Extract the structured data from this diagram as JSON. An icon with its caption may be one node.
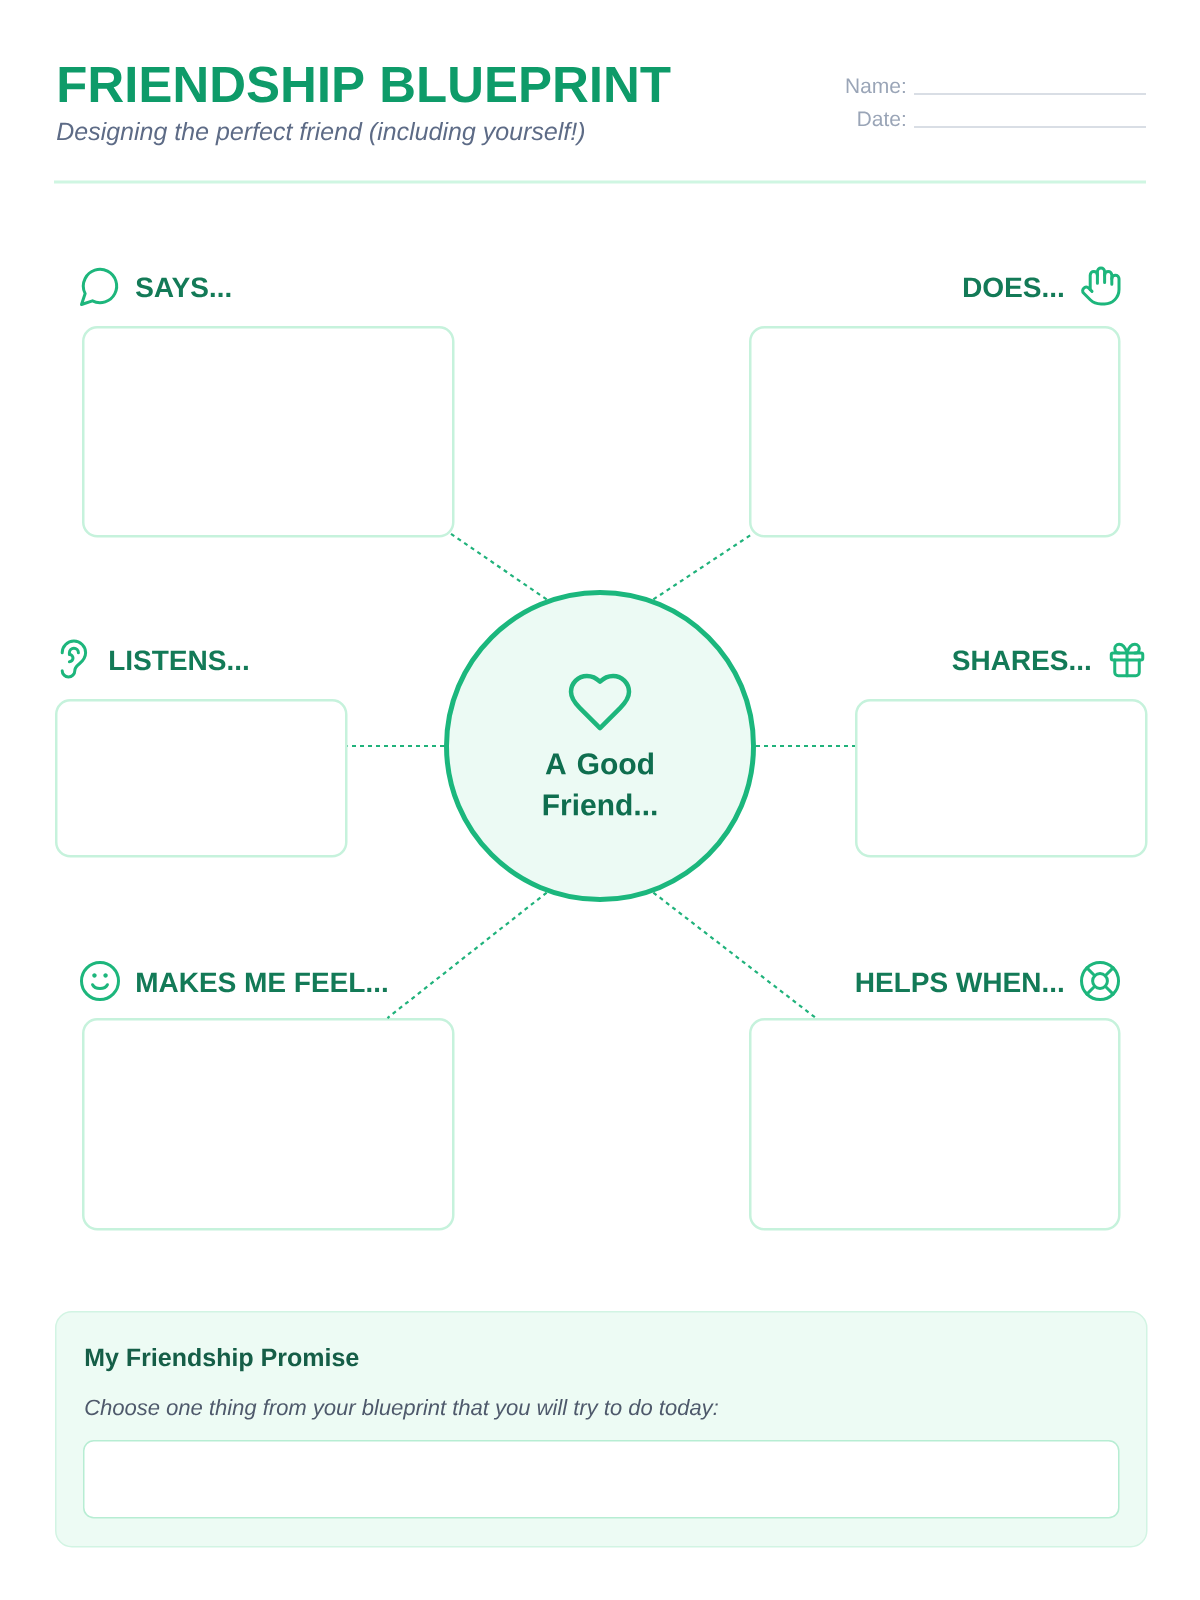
{
  "diagram": {
    "title": "FRIENDSHIP BLUEPRINT",
    "nodes": [
      {
        "text": [
          "SAYS..."
        ]
      },
      {
        "text": [
          "DOES..."
        ]
      },
      {
        "text": [
          "LISTENS..."
        ]
      },
      {
        "text": [
          "A Good Friend..."
        ]
      },
      {
        "text": [
          "SHARES..."
        ]
      },
      {
        "text": [
          "MAKES ME FEEL..."
        ]
      },
      {
        "text": [
          "HELPS WHEN..."
        ]
      },
      {
        "text": [
          "My Friendship Promise",
          "Choose one thing from your blueprint that you will try to do today:"
        ]
      },
      {
        "text": [],
        "shape": "box",
        "in": 7
      }
    ],
    "edges": [
      {
        "from": 3,
        "to": 0,
        "arrow": "none",
        "style": "dashed"
      },
      {
        "from": 3,
        "to": 1,
        "arrow": "none",
        "style": "dashed"
      },
      {
        "from": 3,
        "to": 2,
        "arrow": "none",
        "style": "dashed"
      },
      {
        "from": 3,
        "to": 4,
        "arrow": "none",
        "style": "dashed"
      },
      {
        "from": 3,
        "to": 5,
        "arrow": "none",
        "style": "dashed"
      },
      {
        "from": 3,
        "to": 6,
        "arrow": "none",
        "style": "dashed"
      }
    ],
    "labels": [
      "Designing the perfect friend (including yourself!)",
      "Name:",
      "Date:"
    ]
  }
}
